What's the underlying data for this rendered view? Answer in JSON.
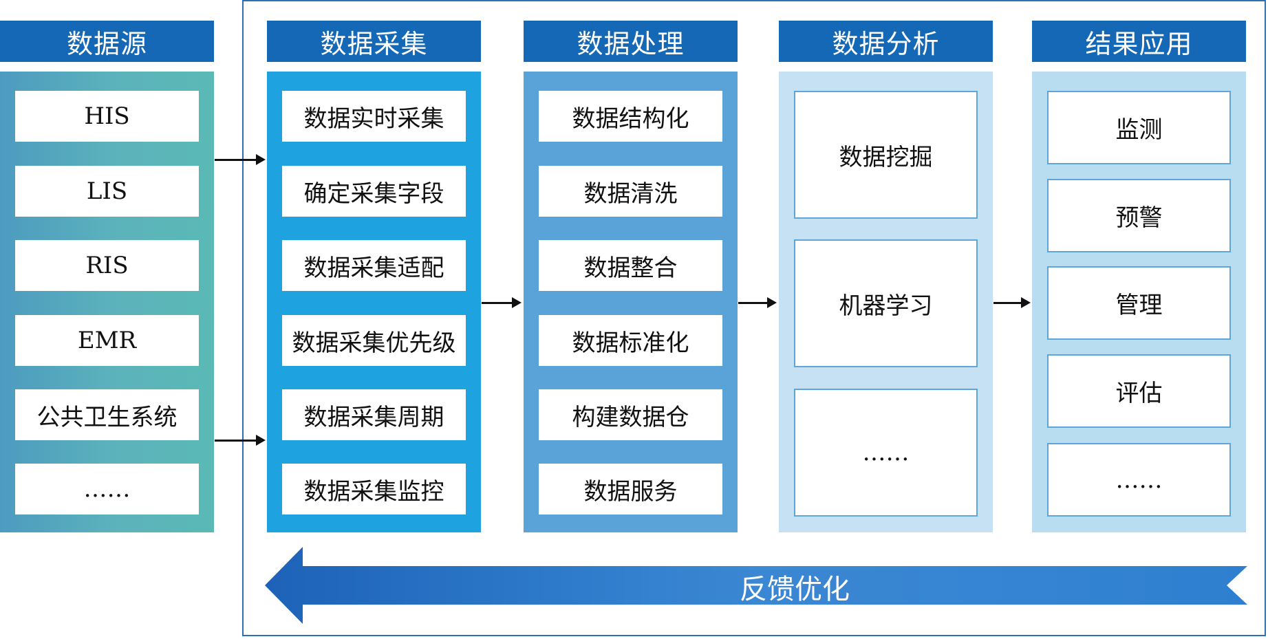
{
  "columns": [
    {
      "title": "数据源",
      "items": [
        "HIS",
        "LIS",
        "RIS",
        "EMR",
        "公共卫生系统",
        "……"
      ]
    },
    {
      "title": "数据采集",
      "items": [
        "数据实时采集",
        "确定采集字段",
        "数据采集适配",
        "数据采集优先级",
        "数据采集周期",
        "数据采集监控"
      ]
    },
    {
      "title": "数据处理",
      "items": [
        "数据结构化",
        "数据清洗",
        "数据整合",
        "数据标准化",
        "构建数据仓",
        "数据服务"
      ]
    },
    {
      "title": "数据分析",
      "items": [
        "数据挖掘",
        "机器学习",
        "……"
      ]
    },
    {
      "title": "结果应用",
      "items": [
        "监测",
        "预警",
        "管理",
        "评估",
        "……"
      ]
    }
  ],
  "feedback": {
    "label": "反馈优化"
  },
  "colors": {
    "header": "#1568b6",
    "source_panel": "#5cb3bb",
    "collect_panel": "#1ea3e0",
    "process_panel": "#5aa3d9",
    "analysis_panel": "#c7e1f4",
    "application_panel": "#b8dcf0",
    "feedback_arrow": "#2f7fd0",
    "frame": "#2f6fb4"
  }
}
